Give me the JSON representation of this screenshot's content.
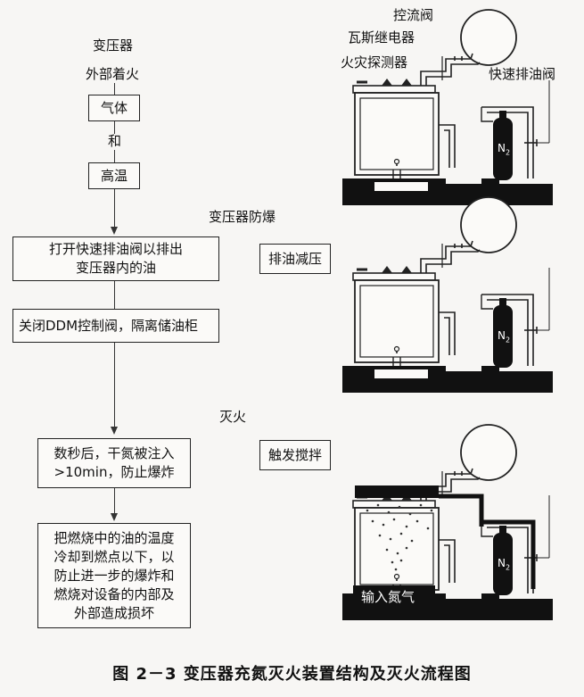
{
  "flow": {
    "top_label_1": "变压器",
    "top_label_2": "外部着火",
    "box_gas": "气体",
    "and_label": "和",
    "box_heat": "高温",
    "stage_explosion": "变压器防爆",
    "box_open_valve": "打开快速排油阀以排出\n变压器内的油",
    "box_close_ddm": "关闭DDM控制阀，隔离储油柜",
    "stage_fire": "灭火",
    "box_nitrogen": "数秒后，干氮被注入\n>10min，防止爆炸",
    "box_cool": "把燃烧中的油的温度\n冷却到燃点以下，以\n防止进一步的爆炸和\n燃烧对设备的内部及\n外部造成损坏"
  },
  "diagram": {
    "label_control_valve": "控流阀",
    "label_gas_relay": "瓦斯继电器",
    "label_fire_detector": "火灾探测器",
    "label_fast_drain_valve": "快速排油阀",
    "label_drain_depressurize": "排油减压",
    "label_trigger_stir": "触发搅拌",
    "label_input_nitrogen": "输入氮气",
    "n2_label": "N",
    "n2_sub": "2"
  },
  "caption": "图 2－3   变压器充氮灭火装置结构及灭火流程图"
}
